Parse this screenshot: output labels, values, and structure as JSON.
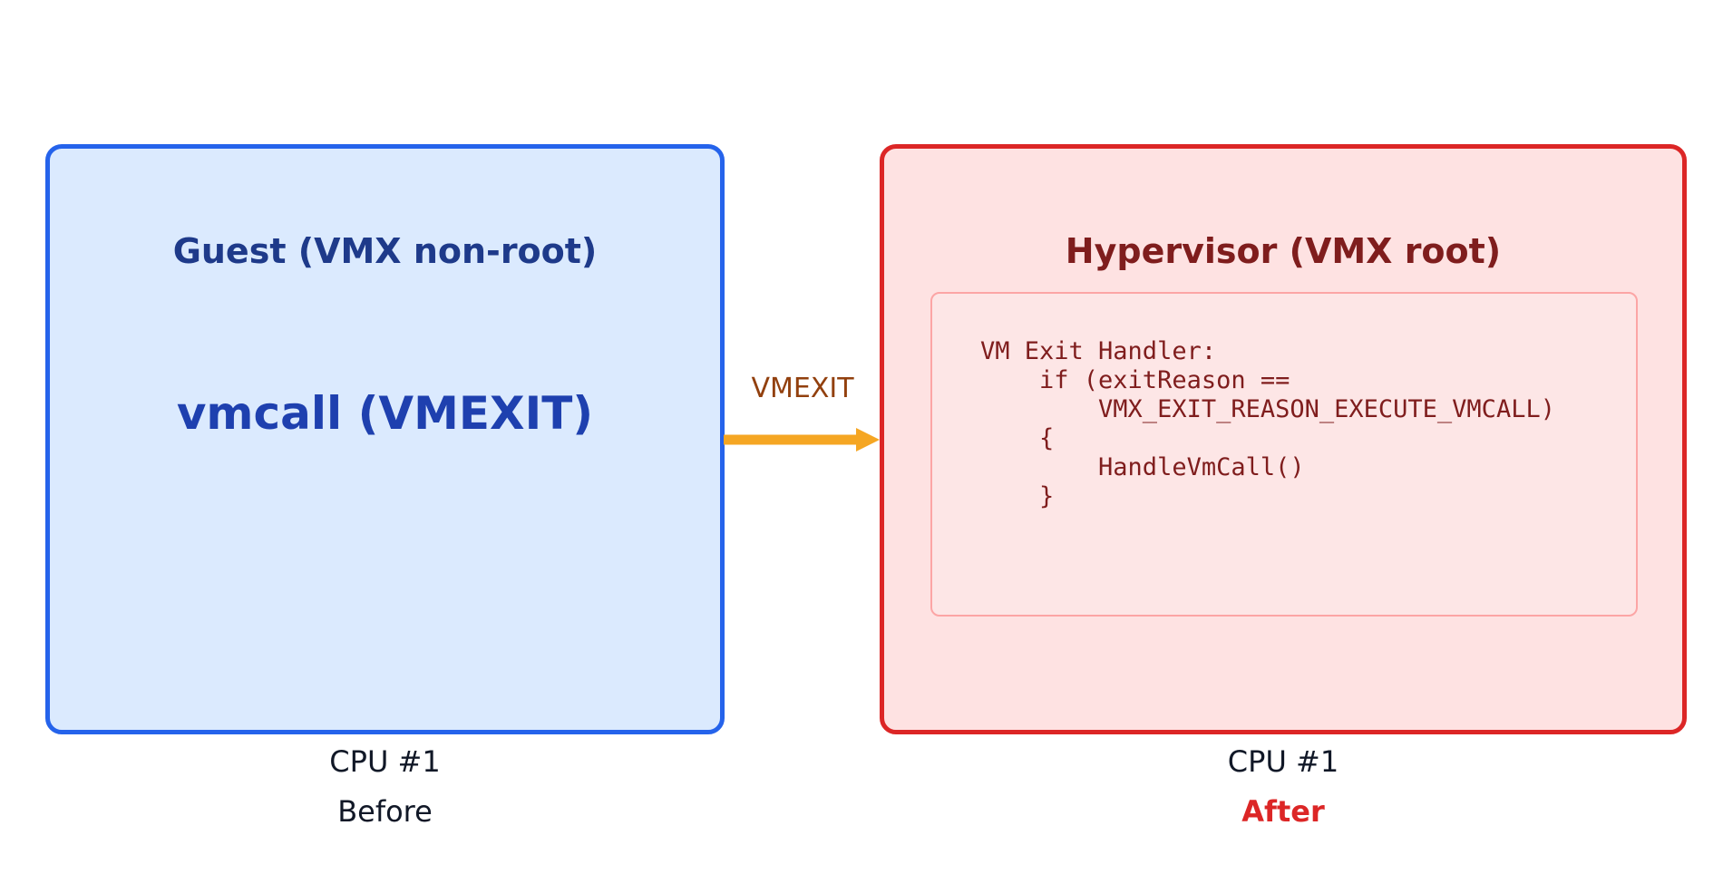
{
  "guest": {
    "title": "Guest (VMX non-root)",
    "instruction": "vmcall (VMEXIT)",
    "cpu_label": "CPU #1",
    "state_label": "Before"
  },
  "transition": {
    "label": "VMEXIT"
  },
  "host": {
    "title": "Hypervisor (VMX root)",
    "code": "VM Exit Handler:\n    if (exitReason ==\n        VMX_EXIT_REASON_EXECUTE_VMCALL)\n    {\n        HandleVmCall()\n    }",
    "cpu_label": "CPU #1",
    "state_label": "After"
  },
  "colors": {
    "guest_border": "#2563eb",
    "guest_fill": "#dbeafe",
    "host_border": "#dc2626",
    "host_fill": "#fee2e2",
    "arrow": "#f5a623",
    "after_accent": "#dc2626"
  }
}
